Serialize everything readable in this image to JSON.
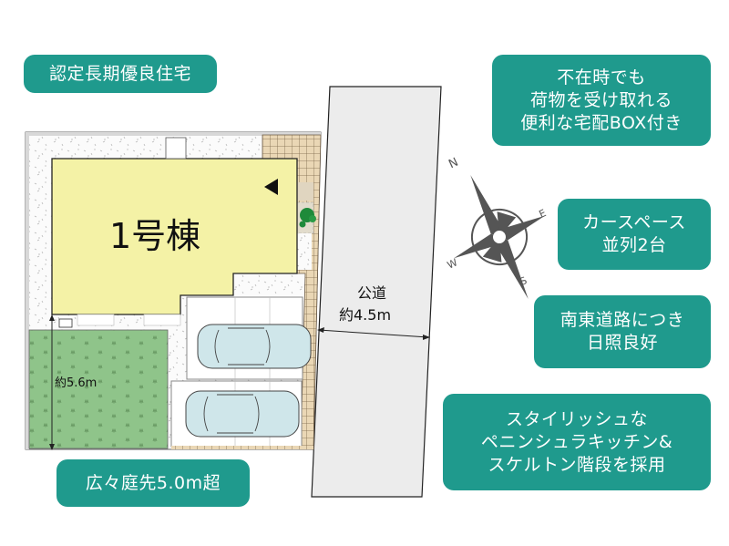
{
  "badges": {
    "certified": {
      "lines": [
        "認定長期優良住宅"
      ]
    },
    "delivery_box": {
      "lines": [
        "不在時でも",
        "荷物を受け取れる",
        "便利な宅配BOX付き"
      ]
    },
    "car_space": {
      "lines": [
        "カースペース",
        "並列2台"
      ]
    },
    "sunlight": {
      "lines": [
        "南東道路につき",
        "日照良好"
      ]
    },
    "kitchen": {
      "lines": [
        "スタイリッシュな",
        "ペニンシュラキッチン&",
        "スケルトン階段を採用"
      ]
    },
    "garden": {
      "lines": [
        "広々庭先5.0m超"
      ]
    }
  },
  "plan": {
    "building_label": "1号棟",
    "garden_depth": "約5.6m",
    "road_label": "公道",
    "road_width": "約4.5m",
    "parking_count": 2
  },
  "compass": {
    "n": "N",
    "e": "E",
    "s": "S",
    "w": "W"
  },
  "colors": {
    "badge": "#1f9a8d",
    "building": "#f4f2a6",
    "lawn": "#8fc48a",
    "road": "#ececec",
    "paving": "#ead7b5",
    "car": "#cfe6ea",
    "compass": "#555555"
  }
}
